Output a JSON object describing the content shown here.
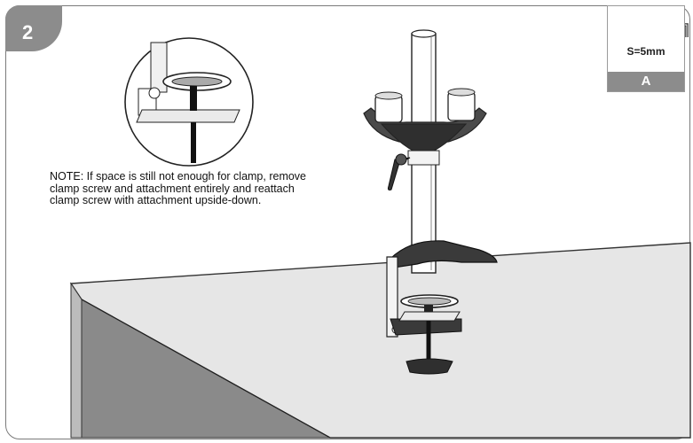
{
  "step": {
    "number": "2"
  },
  "tool": {
    "size_label": "S=5mm",
    "letter": "A"
  },
  "note": {
    "text": "NOTE: If space is still not enough for clamp, remove clamp screw and attachment entirely and reattach clamp screw with attachment upside-down."
  },
  "colors": {
    "frame": "#7a7a7a",
    "badge": "#8c8c8c",
    "desk_top": "#e6e6e6",
    "desk_side": "#8a8a8a"
  }
}
